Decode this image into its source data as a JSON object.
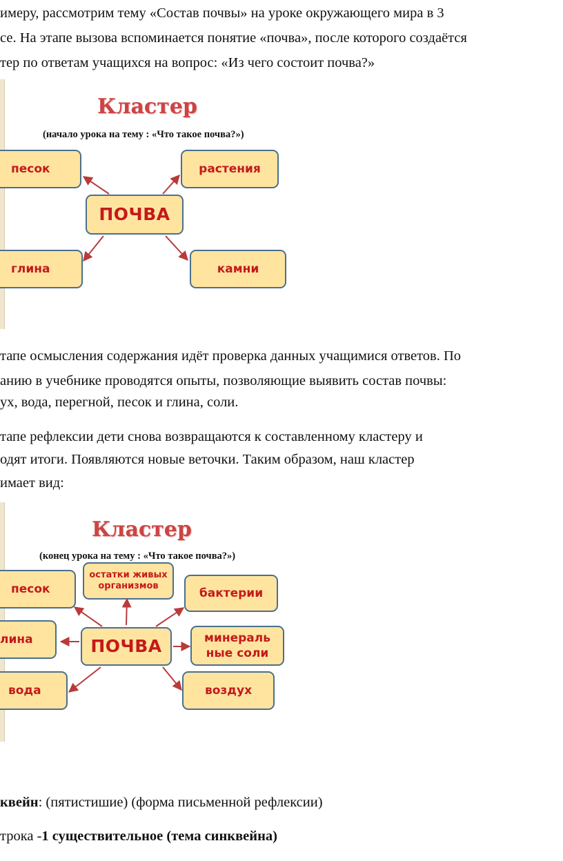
{
  "paragraph1": {
    "line1": "имеру, рассмотрим тему «Состав почвы» на уроке окружающего мира в 3",
    "line2": "се. На этапе вызова вспоминается понятие «почва», после которого создаётся",
    "line3": "тер по ответам учащихся на вопрос: «Из чего состоит почва?»"
  },
  "diagram1": {
    "title": "Кластер",
    "subtitle": "(начало урока на тему : «Что такое почва?»)",
    "center": "ПОЧВА",
    "nodes": {
      "n1": "песок",
      "n2": "растения",
      "n3": "глина",
      "n4": "камни"
    }
  },
  "paragraph2": {
    "line1": "тапе осмысления содержания идёт проверка данных учащимися ответов. По",
    "line2": "анию   в учебнике  проводятся опыты, позволяющие выявить состав почвы:",
    "line3": "ух, вода, перегной, песок и глина, соли."
  },
  "paragraph3": {
    "line1": "тапе рефлексии дети снова возвращаются к составленному кластеру и",
    "line2": "одят итоги. Появляются новые веточки. Таким образом, наш кластер",
    "line3": "имает вид:"
  },
  "diagram2": {
    "title": "Кластер",
    "subtitle": "(конец урока на тему : «Что такое почва?»)",
    "center": "ПОЧВА",
    "nodes": {
      "n1": "песок",
      "n2a": "остатки живых",
      "n2b": "организмов",
      "n3": "бактерии",
      "n4": "лина",
      "n5a": "минераль",
      "n5b": "ные соли",
      "n6": "вода",
      "n7": "воздух"
    }
  },
  "line_sinkwein": {
    "bold": "квейн",
    "rest": ": (пятистишие) (форма письменной рефлексии)"
  },
  "line_stroka": {
    "plain": "трока -",
    "bold": "1 существительное (тема синквейна)"
  },
  "colors": {
    "node_fill": "#ffe4a0",
    "node_border": "#4a6f8c",
    "node_text": "#c41a1a",
    "title": "#cc4444",
    "arrow": "#b83a3a"
  }
}
